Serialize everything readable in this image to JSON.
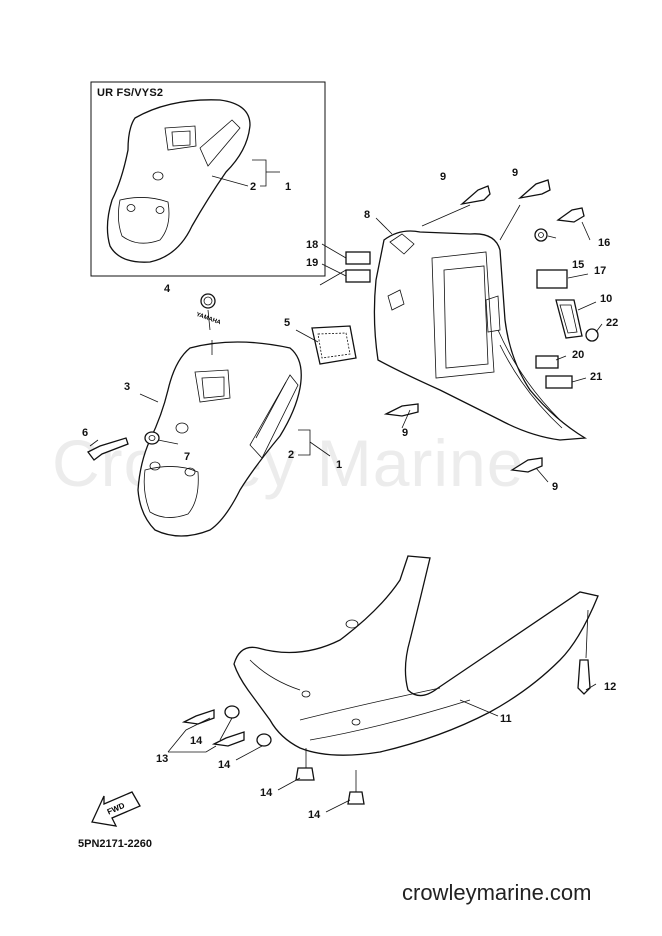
{
  "inset_title": "UR FS/VYS2",
  "drawing_code": "5PN2171-2260",
  "website": "crowleymarine.com",
  "watermark": "Crowley Marine",
  "emblem_text": "YAMAHA",
  "fwd_label": "FWD",
  "callouts": {
    "c1a": "1",
    "c2a": "2",
    "c1b": "1",
    "c2b": "2",
    "c3": "3",
    "c4": "4",
    "c5": "5",
    "c6": "6",
    "c7": "7",
    "c8": "8",
    "c9a": "9",
    "c9b": "9",
    "c9c": "9",
    "c9d": "9",
    "c10": "10",
    "c11": "11",
    "c12": "12",
    "c13": "13",
    "c14a": "14",
    "c14b": "14",
    "c14c": "14",
    "c14d": "14",
    "c15": "15",
    "c16": "16",
    "c17": "17",
    "c18": "18",
    "c19": "19",
    "c20": "20",
    "c21": "21",
    "c22": "22"
  }
}
